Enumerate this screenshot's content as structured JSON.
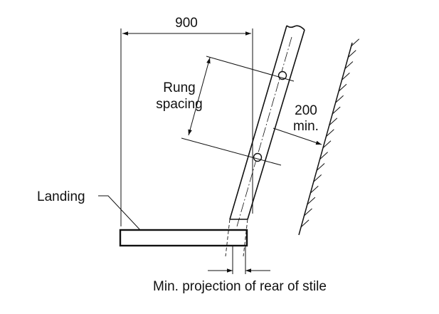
{
  "labels": {
    "width_dim": "900",
    "rung_line1": "Rung",
    "rung_line2": "spacing",
    "clear_line1": "200",
    "clear_line2": "min.",
    "landing": "Landing",
    "caption": "Min. projection of rear of stile"
  },
  "colors": {
    "ink": "#111111",
    "background": "#ffffff"
  }
}
